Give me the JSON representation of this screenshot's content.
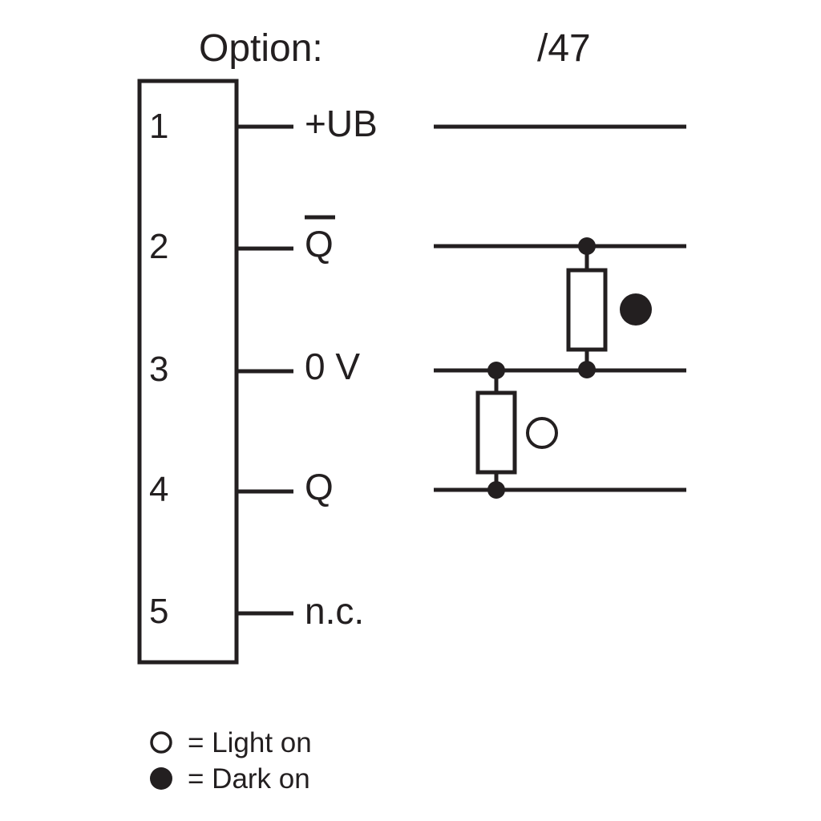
{
  "header": {
    "option_label": "Option:",
    "option_value": "/47"
  },
  "pins": [
    {
      "number": "1",
      "signal": "+UB"
    },
    {
      "number": "2",
      "signal": "Q",
      "overline": true
    },
    {
      "number": "3",
      "signal": "0 V"
    },
    {
      "number": "4",
      "signal": "Q"
    },
    {
      "number": "5",
      "signal": "n.c."
    }
  ],
  "outputs": [
    {
      "name": "Q-bar output",
      "mode": "dark-on",
      "between_pins": [
        "2",
        "3"
      ]
    },
    {
      "name": "Q output",
      "mode": "light-on",
      "between_pins": [
        "3",
        "4"
      ]
    }
  ],
  "legend": [
    {
      "symbol": "open-circle-icon",
      "text": "= Light on"
    },
    {
      "symbol": "filled-circle-icon",
      "text": "= Dark on"
    }
  ],
  "colors": {
    "line": "#231f20",
    "background": "#ffffff"
  }
}
